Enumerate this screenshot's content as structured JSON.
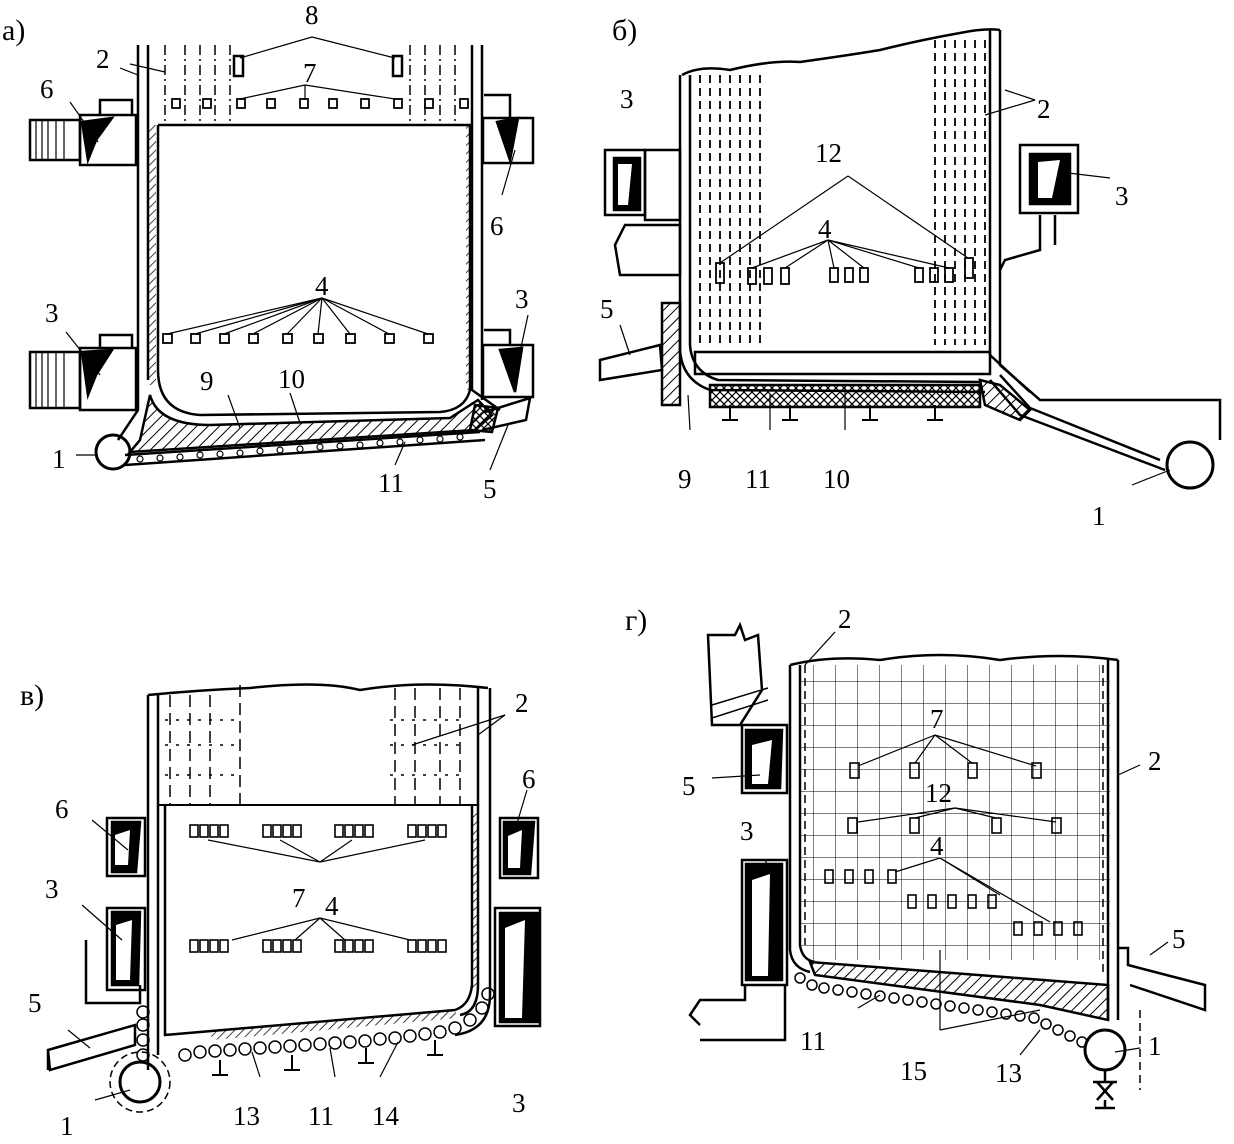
{
  "panels": [
    {
      "id": "a",
      "label": "а)"
    },
    {
      "id": "b",
      "label": "б)"
    },
    {
      "id": "v",
      "label": "в)"
    },
    {
      "id": "g",
      "label": "г)"
    }
  ],
  "callouts": {
    "a": [
      "1",
      "2",
      "3",
      "3",
      "4",
      "5",
      "6",
      "6",
      "7",
      "8",
      "9",
      "10",
      "11"
    ],
    "b": [
      "1",
      "2",
      "3",
      "3",
      "4",
      "5",
      "9",
      "10",
      "11",
      "12"
    ],
    "v": [
      "1",
      "2",
      "3",
      "3",
      "4",
      "5",
      "6",
      "6",
      "7",
      "11",
      "13",
      "14"
    ],
    "g": [
      "1",
      "2",
      "2",
      "3",
      "4",
      "5",
      "5",
      "7",
      "11",
      "12",
      "13",
      "15"
    ]
  },
  "colors": {
    "ink": "#000000",
    "paper": "#ffffff"
  }
}
